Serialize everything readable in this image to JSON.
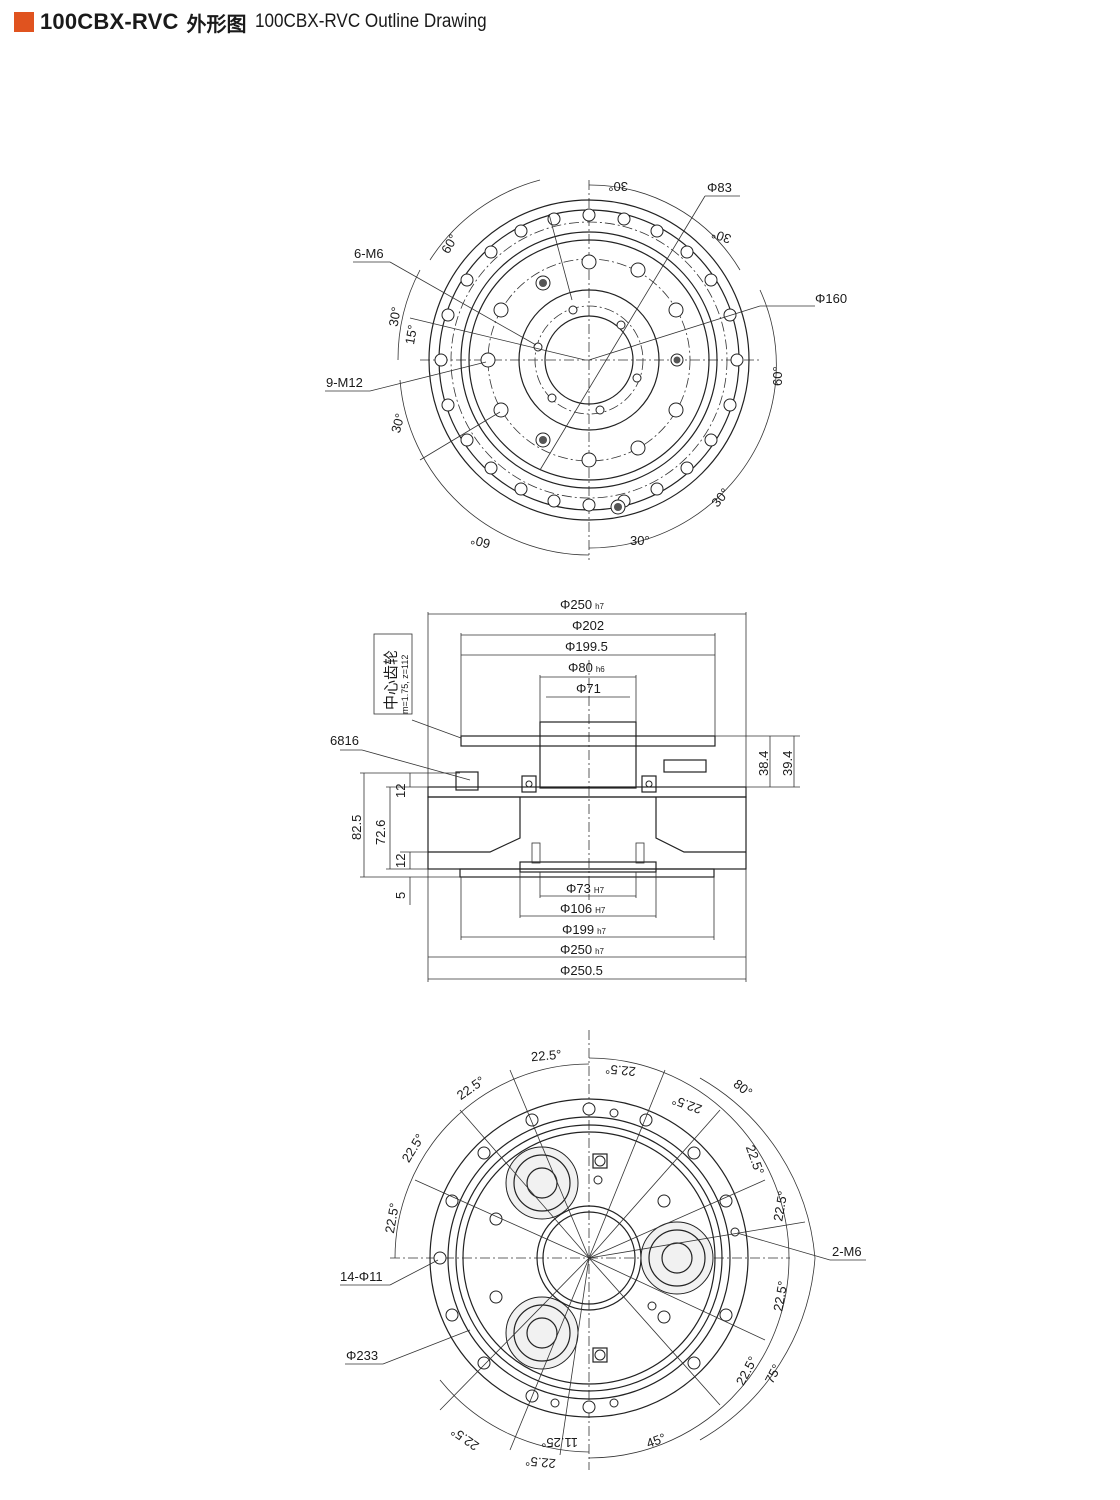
{
  "header": {
    "model": "100CBX-RVC",
    "title_cn": "外形图",
    "title_en": "100CBX-RVC Outline Drawing",
    "accent_color": "#e0531f"
  },
  "top_view": {
    "labels": {
      "phi83": "Φ83",
      "phi160": "Φ160",
      "m6": "6-M6",
      "m12": "9-M12",
      "a30_top": "30°",
      "a30_tr": "30°",
      "a60_tl": "60°",
      "a30_l": "30°",
      "a15": "15°",
      "a60_r": "60°",
      "a30_bl": "30°",
      "a30_br": "30°",
      "a30_b": "30°",
      "a60_b": "60°"
    }
  },
  "side_view": {
    "labels": {
      "phi250h7_top_base": "Φ250",
      "phi250h7_top_tol": "h7",
      "phi202": "Φ202",
      "phi1995": "Φ199.5",
      "phi80_base": "Φ80",
      "phi80_tol": "h6",
      "phi71": "Φ71",
      "bearing": "6816",
      "gear_cn": "中心齿轮",
      "gear_params": "m=1.75, z=112",
      "d384": "38.4",
      "d394": "39.4",
      "d825": "82.5",
      "d726": "72.6",
      "d12a": "12",
      "d12b": "12",
      "d5": "5",
      "phi73_base": "Φ73",
      "phi73_tol": "H7",
      "phi106_base": "Φ106",
      "phi106_tol": "H7",
      "phi199_base": "Φ199",
      "phi199_tol": "h7",
      "phi250b_base": "Φ250",
      "phi250b_tol": "h7",
      "phi2505": "Φ250.5"
    }
  },
  "bottom_view": {
    "labels": {
      "a225_t1": "22.5°",
      "a225_t2": "22.5°",
      "a225_t3": "22.5°",
      "a225_l1": "22.5°",
      "a225_l2": "22.5°",
      "a225_l3": "22.5°",
      "a80": "80°",
      "a225_r1": "22.5°",
      "a225_r2": "22.5°",
      "a225_r3": "22.5°",
      "a225_r4": "22.5°",
      "a75": "75°",
      "m6": "2-M6",
      "phi11": "14-Φ11",
      "phi233": "Φ233",
      "a225_b1": "22.5°",
      "a1125": "11.25°",
      "a225_b2": "22.5°",
      "a45": "45°"
    }
  }
}
